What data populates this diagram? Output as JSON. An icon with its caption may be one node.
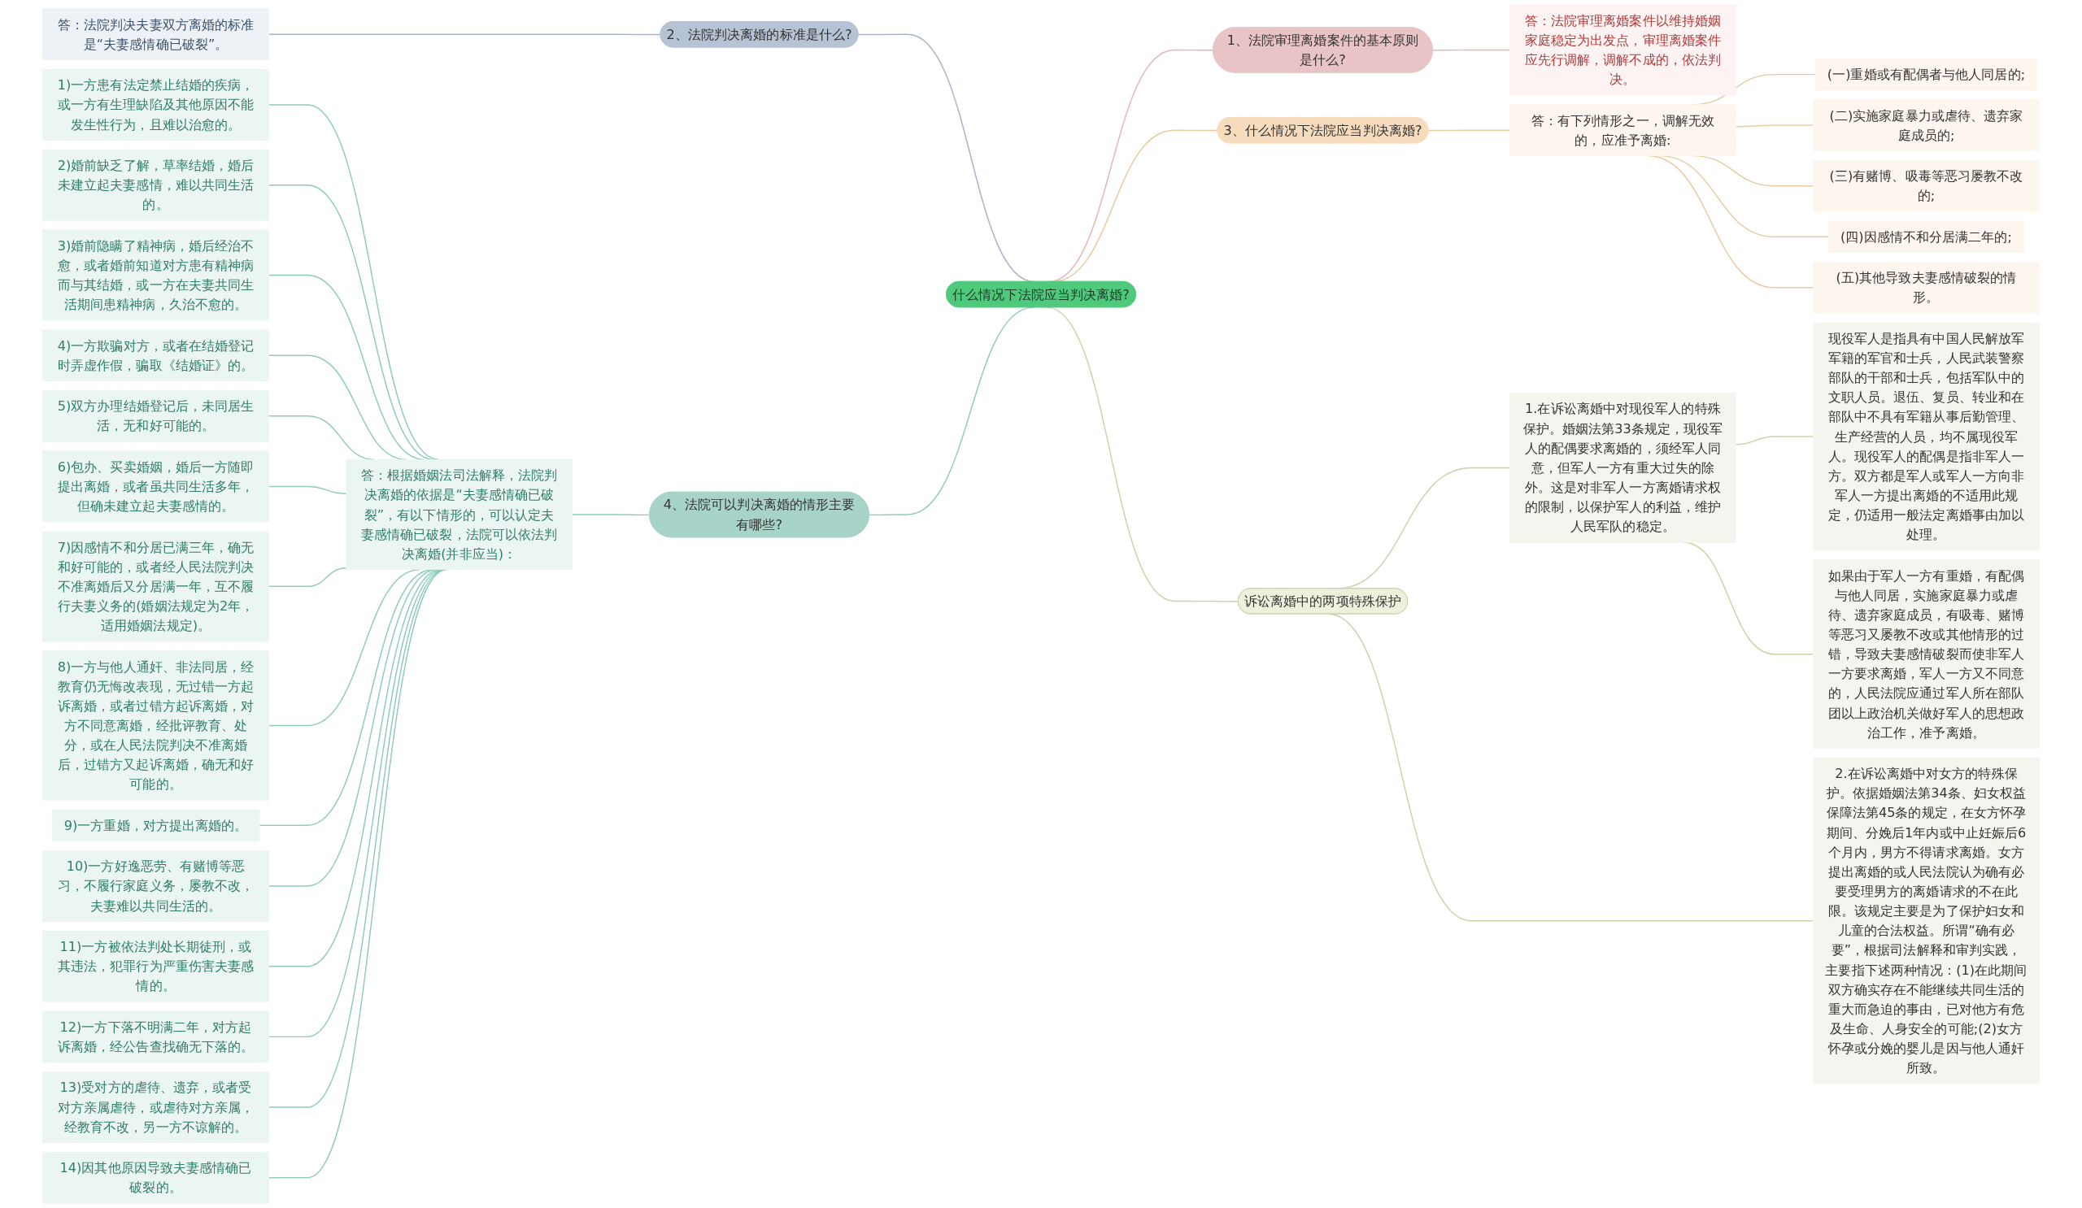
{
  "diagram": {
    "nodes": [
      {
        "text": [
          "什么情况下法院应当判决离婚?"
        ]
      },
      {
        "text": [
          "1、法院审理离婚案件的基本原则是什么?"
        ]
      },
      {
        "text": [
          "答：法院审理离婚案件以维持婚姻家庭稳定为出发点，审理离婚案件应先行调解，调解不成的，依法判决。"
        ]
      },
      {
        "text": [
          "3、什么情况下法院应当判决离婚?"
        ]
      },
      {
        "text": [
          "答：有下列情形之一，调解无效的，应准予离婚:"
        ]
      },
      {
        "text": [
          "(一)重婚或有配偶者与他人同居的;"
        ]
      },
      {
        "text": [
          "(二)实施家庭暴力或虐待、遗弃家庭成员的;"
        ]
      },
      {
        "text": [
          "(三)有赌博、吸毒等恶习屡教不改的;"
        ]
      },
      {
        "text": [
          "(四)因感情不和分居满二年的;"
        ]
      },
      {
        "text": [
          "(五)其他导致夫妻感情破裂的情形。"
        ]
      },
      {
        "text": [
          "诉讼离婚中的两项特殊保护"
        ]
      },
      {
        "text": [
          "1.在诉讼离婚中对现役军人的特殊保护。婚姻法第33条规定，现役军人的配偶要求离婚的，须经军人同意，但军人一方有重大过失的除外。这是对非军人一方离婚请求权的限制，以保护军人的利益，维护人民军队的稳定。"
        ]
      },
      {
        "text": [
          "现役军人是指具有中国人民解放军军籍的军官和士兵，人民武装警察部队的干部和士兵，包括军队中的文职人员。退伍、复员、转业和在部队中不具有军籍从事后勤管理、生产经营的人员，均不属现役军人。现役军人的配偶是指非军人一方。双方都是军人或军人一方向非军人一方提出离婚的不适用此规定，仍适用一般法定离婚事由加以处理。"
        ]
      },
      {
        "text": [
          "如果由于军人一方有重婚，有配偶与他人同居，实施家庭暴力或虐待、遗弃家庭成员，有吸毒、赌博等恶习又屡教不改或其他情形的过错，导致夫妻感情破裂而使非军人一方要求离婚，军人一方又不同意的，人民法院应通过军人所在部队团以上政治机关做好军人的思想政治工作，准予离婚。"
        ]
      },
      {
        "text": [
          "2.在诉讼离婚中对女方的特殊保护。依据婚姻法第34条、妇女权益保障法第45条的规定，在女方怀孕期间、分娩后1年内或中止妊娠后6个月内，男方不得请求离婚。女方提出离婚的或人民法院认为确有必要受理男方的离婚请求的不在此限。该规定主要是为了保护妇女和儿童的合法权益。所谓“确有必要”，根据司法解释和审判实践，主要指下述两种情况：(1)在此期间双方确实存在不能继续共同生活的重大而急迫的事由，已对他方有危及生命、人身安全的可能;(2)女方怀孕或分娩的婴儿是因与他人通奸所致。"
        ]
      },
      {
        "text": [
          "2、法院判决离婚的标准是什么?"
        ]
      },
      {
        "text": [
          "答：法院判决夫妻双方离婚的标准是“夫妻感情确已破裂”。"
        ]
      },
      {
        "text": [
          "4、法院可以判决离婚的情形主要有哪些?"
        ]
      },
      {
        "text": [
          "答：根据婚姻法司法解释，法院判决离婚的依据是“夫妻感情确已破裂”，有以下情形的，可以认定夫妻感情确已破裂，法院可以依法判决离婚(并非应当)："
        ]
      },
      {
        "text": [
          "1)一方患有法定禁止结婚的疾病，或一方有生理缺陷及其他原因不能发生性行为，且难以治愈的。"
        ]
      },
      {
        "text": [
          "2)婚前缺乏了解，草率结婚，婚后未建立起夫妻感情，难以共同生活的。"
        ]
      },
      {
        "text": [
          "3)婚前隐瞒了精神病，婚后经治不愈，或者婚前知道对方患有精神病而与其结婚，或一方在夫妻共同生活期间患精神病，久治不愈的。"
        ]
      },
      {
        "text": [
          "4)一方欺骗对方，或者在结婚登记时弄虚作假，骗取《结婚证》的。"
        ]
      },
      {
        "text": [
          "5)双方办理结婚登记后，未同居生活，无和好可能的。"
        ]
      },
      {
        "text": [
          "6)包办、买卖婚姻，婚后一方随即提出离婚，或者虽共同生活多年，但确未建立起夫妻感情的。"
        ]
      },
      {
        "text": [
          "7)因感情不和分居已满三年，确无和好可能的，或者经人民法院判决不准离婚后又分居满一年，互不履行夫妻义务的(婚姻法规定为2年，适用婚姻法规定)。"
        ]
      },
      {
        "text": [
          "8)一方与他人通奸、非法同居，经教育仍无悔改表现，无过错一方起诉离婚，或者过错方起诉离婚，对方不同意离婚，经批评教育、处分，或在人民法院判决不准离婚后，过错方又起诉离婚，确无和好可能的。"
        ]
      },
      {
        "text": [
          "9)一方重婚，对方提出离婚的。"
        ]
      },
      {
        "text": [
          "10)一方好逸恶劳、有赌博等恶习，不履行家庭义务，屡教不改，夫妻难以共同生活的。"
        ]
      },
      {
        "text": [
          "11)一方被依法判处长期徒刑，或其违法，犯罪行为严重伤害夫妻感情的。"
        ]
      },
      {
        "text": [
          "12)一方下落不明满二年，对方起诉离婚，经公告查找确无下落的。"
        ]
      },
      {
        "text": [
          "13)受对方的虐待、遗弃，或者受对方亲属虐待，或虐待对方亲属，经教育不改，另一方不谅解的。"
        ]
      },
      {
        "text": [
          "14)因其他原因导致夫妻感情确已破裂的。"
        ]
      }
    ],
    "edges": [
      {
        "from": 0,
        "to": 1,
        "arrow": "none",
        "color": "#e4b5b9"
      },
      {
        "from": 1,
        "to": 2,
        "arrow": "none",
        "color": "#e4b5b9"
      },
      {
        "from": 0,
        "to": 3,
        "arrow": "none",
        "color": "#e8c9a0"
      },
      {
        "from": 3,
        "to": 4,
        "arrow": "none",
        "color": "#e8c9a0"
      },
      {
        "from": 4,
        "to": 5,
        "arrow": "none",
        "color": "#e8c9a0"
      },
      {
        "from": 4,
        "to": 6,
        "arrow": "none",
        "color": "#e8c9a0"
      },
      {
        "from": 4,
        "to": 7,
        "arrow": "none",
        "color": "#e8c9a0"
      },
      {
        "from": 4,
        "to": 8,
        "arrow": "none",
        "color": "#e8c9a0"
      },
      {
        "from": 4,
        "to": 9,
        "arrow": "none",
        "color": "#e8c9a0"
      },
      {
        "from": 0,
        "to": 10,
        "arrow": "none",
        "color": "#c9d3a8"
      },
      {
        "from": 10,
        "to": 11,
        "arrow": "none",
        "color": "#c9d3a8"
      },
      {
        "from": 11,
        "to": 12,
        "arrow": "none",
        "color": "#c9d3a8"
      },
      {
        "from": 11,
        "to": 13,
        "arrow": "none",
        "color": "#c9d3a8"
      },
      {
        "from": 10,
        "to": 14,
        "arrow": "none",
        "color": "#c9d3a8"
      },
      {
        "from": 0,
        "to": 15,
        "arrow": "none",
        "color": "#a8b4c4"
      },
      {
        "from": 15,
        "to": 16,
        "arrow": "none",
        "color": "#a8b4c4"
      },
      {
        "from": 0,
        "to": 17,
        "arrow": "none"
      },
      {
        "from": 17,
        "to": 18,
        "arrow": "none"
      },
      {
        "from": 18,
        "to": 19,
        "arrow": "none"
      },
      {
        "from": 18,
        "to": 20,
        "arrow": "none"
      },
      {
        "from": 18,
        "to": 21,
        "arrow": "none"
      },
      {
        "from": 18,
        "to": 22,
        "arrow": "none"
      },
      {
        "from": 18,
        "to": 23,
        "arrow": "none"
      },
      {
        "from": 18,
        "to": 24,
        "arrow": "none"
      },
      {
        "from": 18,
        "to": 25,
        "arrow": "none"
      },
      {
        "from": 18,
        "to": 26,
        "arrow": "none"
      },
      {
        "from": 18,
        "to": 27,
        "arrow": "none"
      },
      {
        "from": 18,
        "to": 28,
        "arrow": "none"
      },
      {
        "from": 18,
        "to": 29,
        "arrow": "none"
      },
      {
        "from": 18,
        "to": 30,
        "arrow": "none"
      },
      {
        "from": 18,
        "to": 31,
        "arrow": "none"
      },
      {
        "from": 18,
        "to": 32,
        "arrow": "none"
      }
    ]
  }
}
